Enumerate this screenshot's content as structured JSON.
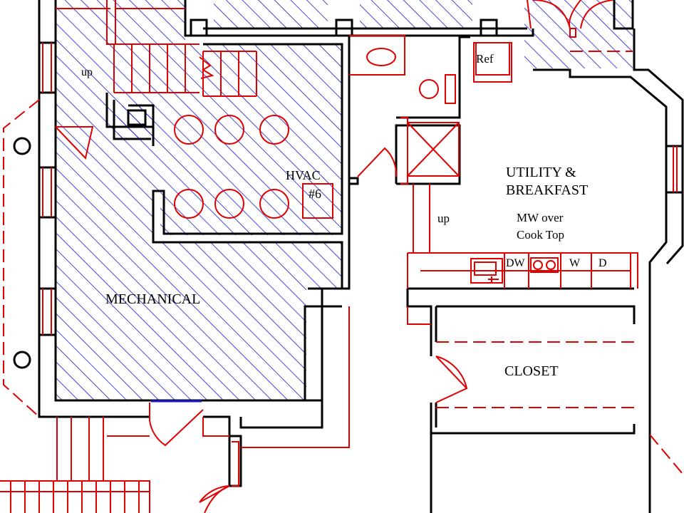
{
  "labels": {
    "up_left": "up",
    "up_center": "up",
    "ref": "Ref",
    "hvac": "HVAC",
    "hvac_num": "#6",
    "utility_line1": "UTILITY &",
    "utility_line2": "BREAKFAST",
    "mw_line1": "MW over",
    "mw_line2": "Cook Top",
    "dw": "DW",
    "w": "W",
    "d": "D",
    "mechanical": "MECHANICAL",
    "closet": "CLOSET"
  },
  "colors": {
    "walls": "#000000",
    "fixtures": "#e00000",
    "hatch": "#1a1acc"
  }
}
